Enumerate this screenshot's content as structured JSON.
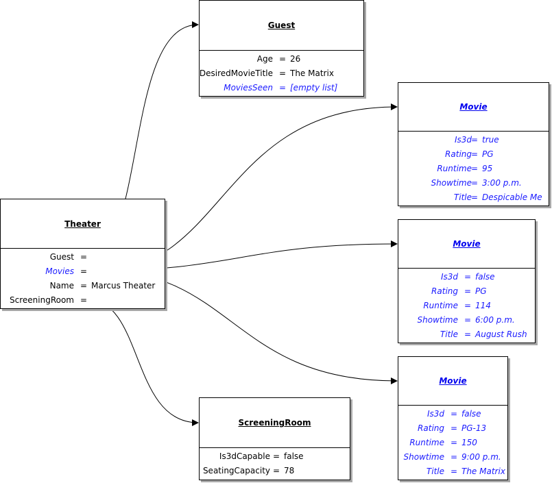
{
  "theater": {
    "title": "Theater",
    "rows": [
      {
        "key": "Guest",
        "eq": "=",
        "value": ""
      },
      {
        "key": "Movies",
        "eq": "=",
        "value": ""
      },
      {
        "key": "Name",
        "eq": "=",
        "value": "Marcus Theater"
      },
      {
        "key": "ScreeningRoom",
        "eq": "=",
        "value": ""
      }
    ]
  },
  "guest": {
    "title": "Guest",
    "rows": [
      {
        "key": "Age",
        "eq": "=",
        "value": "26"
      },
      {
        "key": "DesiredMovieTitle",
        "eq": "=",
        "value": "The Matrix"
      },
      {
        "key": "MoviesSeen",
        "eq": "=",
        "value": "[empty list]"
      }
    ]
  },
  "movie1": {
    "title": "Movie",
    "rows": [
      {
        "key": "Is3d",
        "eq": "=",
        "value": "true"
      },
      {
        "key": "Rating",
        "eq": "=",
        "value": "PG"
      },
      {
        "key": "Runtime",
        "eq": "=",
        "value": "95"
      },
      {
        "key": "Showtime",
        "eq": "=",
        "value": "3:00 p.m."
      },
      {
        "key": "Title",
        "eq": "=",
        "value": "Despicable Me"
      }
    ]
  },
  "movie2": {
    "title": "Movie",
    "rows": [
      {
        "key": "Is3d",
        "eq": "=",
        "value": "false"
      },
      {
        "key": "Rating",
        "eq": "=",
        "value": "PG"
      },
      {
        "key": "Runtime",
        "eq": "=",
        "value": "114"
      },
      {
        "key": "Showtime",
        "eq": "=",
        "value": "6:00 p.m."
      },
      {
        "key": "Title",
        "eq": "=",
        "value": "August Rush"
      }
    ]
  },
  "movie3": {
    "title": "Movie",
    "rows": [
      {
        "key": "Is3d",
        "eq": "=",
        "value": "false"
      },
      {
        "key": "Rating",
        "eq": "=",
        "value": "PG-13"
      },
      {
        "key": "Runtime",
        "eq": "=",
        "value": "150"
      },
      {
        "key": "Showtime",
        "eq": "=",
        "value": "9:00 p.m."
      },
      {
        "key": "Title",
        "eq": "=",
        "value": "The Matrix"
      }
    ]
  },
  "screening_room": {
    "title": "ScreeningRoom",
    "rows": [
      {
        "key": "Is3dCapable",
        "eq": "=",
        "value": "false"
      },
      {
        "key": "SeatingCapacity",
        "eq": "=",
        "value": "78"
      }
    ]
  },
  "colors": {
    "link": "#1a1aff",
    "shadow": "#a8a8a8",
    "line": "#000000"
  }
}
